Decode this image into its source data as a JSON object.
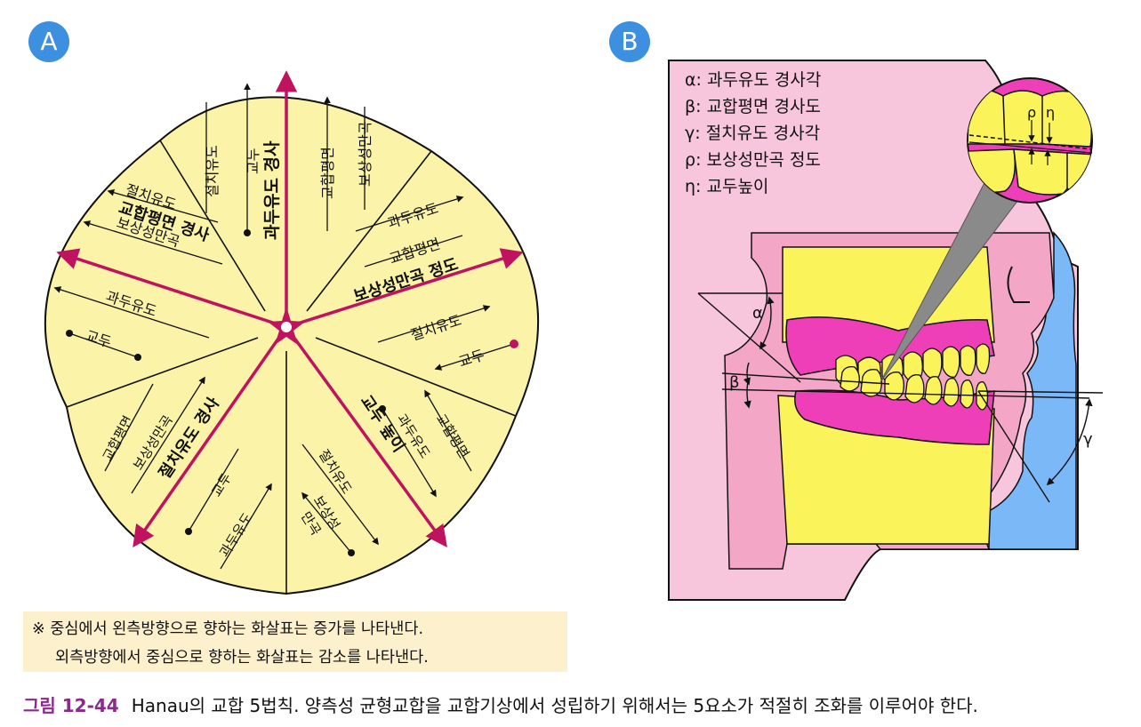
{
  "panels": {
    "a_label": "A",
    "b_label": "B"
  },
  "colors": {
    "petal": "#fbf3a8",
    "arrow": "#c0135f",
    "line": "#111111",
    "pink_bg": "#f8c6dc",
    "gum": "#ee3fb8",
    "tooth": "#fbf35a",
    "skull": "#f3a6c5",
    "face": "#7ab8f7",
    "note_bg": "#fdf0cc",
    "caption_label": "#8b2a8a"
  },
  "diagram_a": {
    "center_icon": "star-circle-icon",
    "petal_top": {
      "main": "과두유도 경사",
      "items": [
        "절치유도",
        "교두",
        "교합평면",
        "보상성만곡"
      ]
    },
    "petal_upper_left": {
      "main": "교합평면 경사",
      "items": [
        "절치유도",
        "보상성만곡",
        "과두유도",
        "교두"
      ]
    },
    "petal_upper_right": {
      "main": "보상성만곡 정도",
      "items": [
        "과두유도",
        "교합평면",
        "절치유도",
        "교두"
      ]
    },
    "petal_lower_left": {
      "main": "절치유도 경사",
      "items": [
        "교합평면",
        "보상성만곡",
        "교두",
        "과두유도"
      ]
    },
    "petal_lower_right": {
      "main": "교두 높이",
      "items": [
        "과두유도",
        "교합평면",
        "절치유도",
        "보상성",
        "만곡"
      ]
    }
  },
  "diagram_b": {
    "legend": [
      {
        "sym": "α",
        "text": ": 과두유도  경사각"
      },
      {
        "sym": "β",
        "text": ": 교합평면  경사도"
      },
      {
        "sym": "γ",
        "text": ": 절치유도  경사각"
      },
      {
        "sym": "ρ",
        "text": ": 보상성만곡  정도"
      },
      {
        "sym": "η",
        "text": ": 교두높이"
      }
    ],
    "angle_labels": {
      "alpha": "α",
      "beta": "β",
      "gamma": "γ",
      "rho": "ρ",
      "eta": "η"
    }
  },
  "note": {
    "line1": "※ 중심에서 왼측방향으로 향하는 화살표는 증가를 나타낸다.",
    "line2": "외측방향에서 중심으로 향하는 화살표는 감소를 나타낸다."
  },
  "caption": {
    "label": "그림 12-44",
    "text": "Hanau의 교합 5법칙. 양측성 균형교합을 교합기상에서 성립하기 위해서는 5요소가 적절히 조화를 이루어야 한다."
  }
}
